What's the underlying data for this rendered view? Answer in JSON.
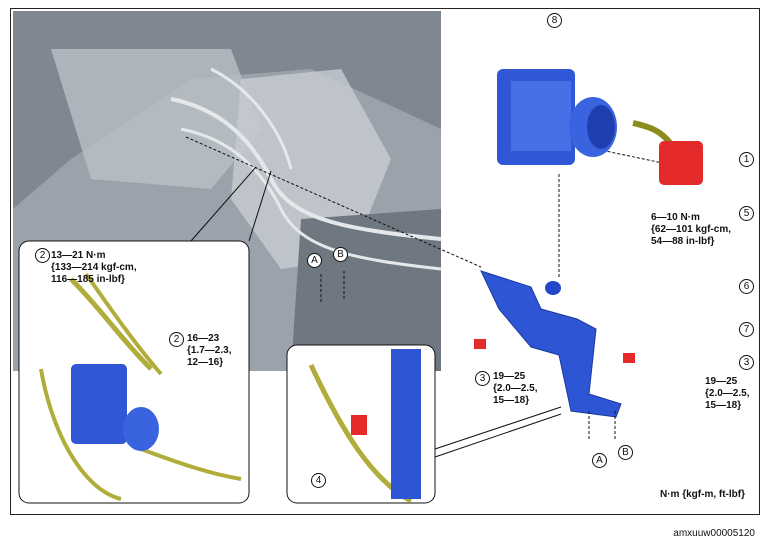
{
  "callouts": {
    "c1": "1",
    "c2a": "2",
    "c2b": "2",
    "c3a": "3",
    "c3b": "3",
    "c4": "4",
    "c5": "5",
    "c6": "6",
    "c7": "7",
    "c8": "8",
    "a1": "A",
    "b1": "B",
    "a2": "A",
    "b2": "B"
  },
  "torques": {
    "t5": "6—10 N·m\n{62—101 kgf-cm,\n54—88 in-lbf}",
    "t2a": "13—21 N·m\n{133—214 kgf-cm,\n116—185 in-lbf}",
    "t2b": "16—23\n{1.7—2.3,\n12—16}",
    "t3a": "19—25\n{2.0—2.5,\n15—18}",
    "t3b": "19—25\n{2.0—2.5,\n15—18}"
  },
  "unit_note": "N·m {kgf-m, ft-lbf}",
  "doc_id": "amxuuw00005120"
}
